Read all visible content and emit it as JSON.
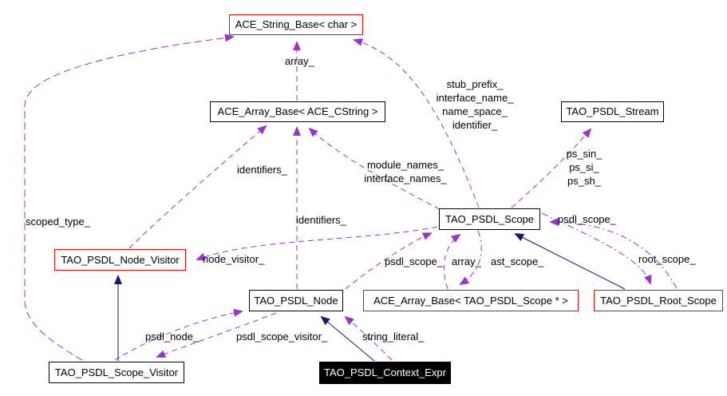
{
  "diagram": {
    "type": "collaboration-graph",
    "colors": {
      "background": "#ffffff",
      "usage_edge": "#9a32cd",
      "inheritance_edge": "#191970",
      "node_border_highlight": "#ff0000",
      "node_border": "#000000",
      "current_node_fill": "#000000",
      "current_node_text": "#ffffff"
    },
    "nodes": [
      {
        "id": "ace-string-base-char",
        "label": "ACE_String_Base< char >",
        "border": "red"
      },
      {
        "id": "ace-array-base-cstring",
        "label": "ACE_Array_Base< ACE_CString >",
        "border": "black"
      },
      {
        "id": "tao-psdl-stream",
        "label": "TAO_PSDL_Stream",
        "border": "black"
      },
      {
        "id": "tao-psdl-scope",
        "label": "TAO_PSDL_Scope",
        "border": "black"
      },
      {
        "id": "tao-psdl-node-visitor",
        "label": "TAO_PSDL_Node_Visitor",
        "border": "red"
      },
      {
        "id": "tao-psdl-node",
        "label": "TAO_PSDL_Node",
        "border": "black"
      },
      {
        "id": "ace-array-base-tao-psdl-scope",
        "label": "ACE_Array_Base< TAO_PSDL_Scope * >",
        "border": "red"
      },
      {
        "id": "tao-psdl-root-scope",
        "label": "TAO_PSDL_Root_Scope",
        "border": "red"
      },
      {
        "id": "tao-psdl-scope-visitor",
        "label": "TAO_PSDL_Scope_Visitor",
        "border": "black"
      },
      {
        "id": "tao-psdl-context-expr",
        "label": "TAO_PSDL_Context_Expr",
        "border": "current"
      }
    ],
    "edge_labels": [
      {
        "id": "array-top",
        "text": "array_"
      },
      {
        "id": "stub-prefix-group",
        "text": "stub_prefix_\ninterface_name_\nname_space_\nidentifier_"
      },
      {
        "id": "ps-group",
        "text": "ps_sin_\nps_si_\nps_sh_"
      },
      {
        "id": "identifiers-1",
        "text": "identifiers_"
      },
      {
        "id": "module-names-group",
        "text": "module_names_\ninterface_names_"
      },
      {
        "id": "identifiers-2",
        "text": "identifiers_"
      },
      {
        "id": "scoped-type",
        "text": "scoped_type_"
      },
      {
        "id": "psdl-scope-right",
        "text": "psdl_scope_"
      },
      {
        "id": "node-visitor",
        "text": "node_visitor_"
      },
      {
        "id": "psdl-scope-mid",
        "text": "psdl_scope_"
      },
      {
        "id": "array-mid",
        "text": "array_"
      },
      {
        "id": "ast-scope",
        "text": "ast_scope_"
      },
      {
        "id": "root-scope",
        "text": "root_scope_"
      },
      {
        "id": "psdl-node",
        "text": "psdl_node_"
      },
      {
        "id": "psdl-scope-visitor",
        "text": "psdl_scope_visitor_"
      },
      {
        "id": "string-literal",
        "text": "string_literal_"
      }
    ]
  }
}
